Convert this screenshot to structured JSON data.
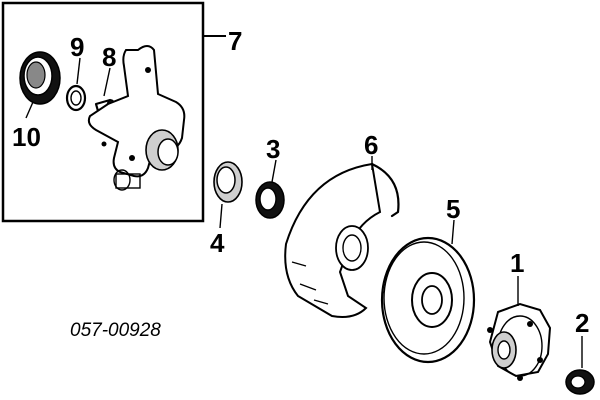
{
  "diagram": {
    "part_numbers": {
      "p1": "1",
      "p2": "2",
      "p3": "3",
      "p4": "4",
      "p5": "5",
      "p6": "6",
      "p7": "7",
      "p8": "8",
      "p9": "9",
      "p10": "10"
    },
    "catalog_code": "057-00928"
  }
}
